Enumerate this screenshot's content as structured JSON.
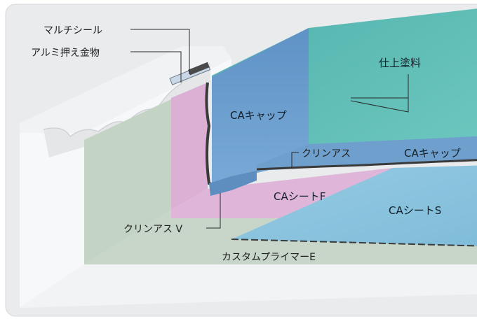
{
  "labels": {
    "multi_seal": "マルチシール",
    "aluminum_bar": "アルミ押え金物",
    "top_coat": "仕上塗料",
    "ca_cap_wall": "CAキャップ",
    "ca_cap_floor": "CAキャップ",
    "cleanas": "クリンアス",
    "ca_sheet_f": "CAシートF",
    "ca_sheet_s": "CAシートS",
    "cleanas_v": "クリンアス V",
    "custom_primer": "カスタムプライマーE"
  },
  "colors": {
    "frame": "#e9ebed",
    "concrete_wall": "#f4f5f6",
    "primer_green": "#c4d3c6",
    "ca_cap_blue": "#6d9fce",
    "ca_sheet_f_pink": "#dcb1d6",
    "ca_sheet_s_blue": "#8fc7e0",
    "top_coat_teal": "#5bbdb6",
    "sealant_dark": "#3a3a3a"
  }
}
